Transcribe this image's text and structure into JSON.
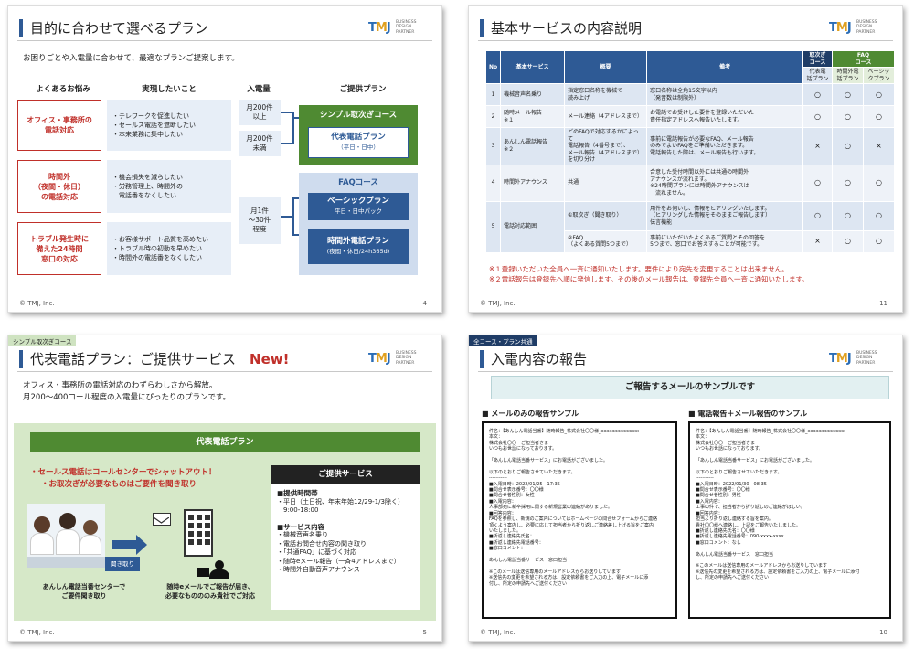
{
  "slides": [
    {
      "title": "目的に合わせて選べるプラン",
      "lead": "お困りごとや入電量に合わせて、最適なプランご提案します。",
      "columns": [
        "よくあるお悩み",
        "実現したいこと",
        "入電量",
        "ご提供プラン"
      ],
      "problems": [
        "オフィス・事務所の\n電話対応",
        "時間外\n（夜間・休日）\nの電話対応",
        "トラブル発生時に\n備えた24時間\n窓口の対応"
      ],
      "wants": [
        [
          "・テレワークを促進したい",
          "・セールス電話を遮断したい",
          "・本来業務に集中したい"
        ],
        [
          "・機会損失を減らしたい",
          "・労務管理上、時間外の",
          "　電話番をなくしたい"
        ],
        [
          "・お客様サポート品質を高めたい",
          "・トラブル時の初動を早めたい",
          "・時間外の電話番をなくしたい"
        ]
      ],
      "volumes": [
        "月200件\n以上",
        "月200件\n未満",
        "月1件\n～30件\n程度"
      ],
      "course_simple": "シンプル取次ぎコース",
      "plan_daihyo": "代表電話プラン",
      "plan_daihyo_sub": "（平日・日中）",
      "course_faq": "FAQコース",
      "plan_basic": "ベーシックプラン",
      "plan_basic_sub": "平日・日中パック",
      "plan_jikan": "時間外電話プラン",
      "plan_jikan_sub": "(夜間・休日/24h365d)",
      "footer": "© TMJ, Inc.",
      "page": "4"
    },
    {
      "title": "基本サービスの内容説明",
      "headers": {
        "no": "No",
        "service": "基本サービス",
        "summary": "概要",
        "remarks": "備考",
        "simple": "取次ぎ\nコース",
        "faq": "FAQ\nコース",
        "daihyo": "代表電\n話プラン",
        "jikan": "時間外電\n話プラン",
        "basic": "ベーシッ\nクプラン"
      },
      "rows": [
        {
          "no": "1",
          "service": "機械音声名乗り",
          "summary": "指定窓口名称を機械で\n読み上げ",
          "remarks": "窓口名称は全角15文字以内\n（発音数は制限外）",
          "c1": "○",
          "c2": "○",
          "c3": "○"
        },
        {
          "no": "2",
          "service": "随時メール報告\n※１",
          "summary": "メール連絡（4アドレスまで）",
          "remarks": "お電話でお受けした要件を登録いただいた\n責任指定アドレスへ報告いたします。",
          "c1": "○",
          "c2": "○",
          "c3": "○"
        },
        {
          "no": "3",
          "service": "あんしん電話報告\n※２",
          "summary": "どのFAQで対応するかによって\n電話報告（4番号まで）、\nメール報告（4アドレスまで）\nを切り分け",
          "remarks": "事前に電話報告が必要なFAQ、メール報告\nのみでよいFAQをご準備いただきます。\n電話報告した際は、メール報告も行います。",
          "c1": "×",
          "c2": "○",
          "c3": "×"
        },
        {
          "no": "4",
          "service": "時間外アナウンス",
          "summary": "共通",
          "remarks": "合意した受付時間以外には共通の時間外\nアナウンスが流れます。\n※24時間プランには時間外アナウンスは\n　流れません。",
          "c1": "○",
          "c2": "○",
          "c3": "○"
        },
        {
          "no": "5",
          "service": "電話対応範囲",
          "summary": "①取次ぎ（聞き取り）",
          "remarks": "用件をお伺いし、情報をヒアリングいたします。\n（ヒアリングした情報をそのままご報告します）\n伝言機能",
          "c1": "○",
          "c2": "○",
          "c3": "○"
        },
        {
          "no": "",
          "service": "",
          "summary": "②FAQ\n（よくある質問5つまで）",
          "remarks": "事前にいただいたよくあるご質問とその回答を\n5つまで、窓口でお答えすることが可能です。",
          "c1": "×",
          "c2": "○",
          "c3": "○"
        }
      ],
      "notes": [
        "※１登録いただいた全員へ一斉に通知いたします。要件により宛先を変更することは出来ません。",
        "※２電話報告は登録先へ順に発信します。その後のメール報告は、登録先全員へ一斉に通知いたします。"
      ],
      "footer": "© TMJ, Inc.",
      "page": "11"
    },
    {
      "tag": "シンプル取次ぎコース",
      "title": "代表電話プラン：ご提供サービス",
      "new": "New!",
      "lead1": "オフィス・事務所の電話対応のわずらわしさから解放。",
      "lead2": "月200～400コール程度の入電量にぴったりのプランです。",
      "panel_title": "代表電話プラン",
      "red1": "・セールス電話はコールセンターでシャットアウト！",
      "red2": "・お取次ぎが必要なものはご要件を聞き取り",
      "badge": "聞き取り",
      "cap_left": "あんしん電話当番センターで\nご要件聞き取り",
      "cap_right": "随時eメールでご報告が届き、\n必要なものののみ貴社でご対応",
      "svc_title": "ご提供サービス",
      "hours_h": "■提供時間帯",
      "hours": "・平日（土日祝、年末年始12/29-1/3除く）\n　9:00-18:00",
      "content_h": "■サービス内容",
      "items": [
        "・機械音声名乗り",
        "・電話お問合せ内容の聞き取り",
        "・「共通FAQ」に基づく対応",
        "・随時eメール報告（一斉4アドレスまで）",
        "・時間外自動音声アナウンス"
      ],
      "footer": "© TMJ, Inc.",
      "page": "5"
    },
    {
      "tag": "全コース・プラン共通",
      "title": "入電内容の報告",
      "banner": "ご報告するメールのサンプルです",
      "left_h": "■ メールのみの報告サンプル",
      "right_h": "■ 電話報告＋メール報告のサンプル",
      "left_body": "件名：【あんしん電話当番】随時報告_株式会社〇〇様_xxxxxxxxxxxxxx\n本文：\n株式会社〇〇　ご担当者さま\nいつもお世話になっております。\n\n「あんしん電話当番サービス」にお電話がございました。\n\n以下のとおりご報告させていただきます。\n-----------\n■入電日時：2022/01/25　17:35\n■問合せ表示番号：〇〇様\n■問合せ者性別：女性\n■入電内容：\n人事部宛に新卒採用に関する新規営業の連絡がありました。\n■回答内容：\nFAQを参照し、新規のご案内についてはホームページの問合せフォームからご連絡\n頂くよう案内し、必要に応じて担当者から折り返しご連絡差し上げる旨をご案内\nいたしました。\n■折返し連絡先氏名：\n■折返し連絡先電話番号：\n■窓口コメント：\n\nあんしん電話当番サービス　窓口担当\n\n※このメールは送信専用のメールアドレスからお送りしています\n※送信先の変更を希望される方は、設定依頼書をご入力の上、電子メールに添\n付し、所定の申請先へご送付ください",
      "right_body": "件名：【あんしん電話当番】随時報告_株式会社〇〇様_xxxxxxxxxxxxxx\n本文：\n株式会社〇〇　ご担当者さま\nいつもお世話になっております。\n\n「あんしん電話当番サービス」にお電話がございました。\n\n以下のとおりご報告させていただきます。\n-----------\n■入電日時：2022/01/30　08:35\n■問合せ表示番号：〇〇様\n■問合せ者性別：男性\n■入電内容：\n工事の件で、担当者から折り返しのご連絡がほしい。\n■回答内容：\n担当より折り返し連絡する旨を案内。\n貴社〇〇様へ連絡し、上記をご報告いたしました。\n■折返し連絡先氏名：〇〇様\n■折返し連絡先電話番号：090-xxxx-xxxx\n■窓口コメント：なし\n\nあんしん電話当番サービス　窓口担当\n\n※このメールは送信専用のメールアドレスからお送りしています\n※送信先の変更を希望される方は、設定依頼書をご入力の上、電子メールに添付\nし、所定の申請先へご送付ください",
      "footer": "© TMJ, Inc.",
      "page": "10"
    }
  ],
  "logo": {
    "mark": "TMJ",
    "line1": "BUSINESS",
    "line2": "DESIGN",
    "line3": "PARTNER"
  },
  "colors": {
    "navy": "#2e5a95",
    "red": "#c0302a",
    "green": "#4f8a32",
    "lightgreen": "#cfe3c1",
    "lightblue": "#e7eef7"
  }
}
